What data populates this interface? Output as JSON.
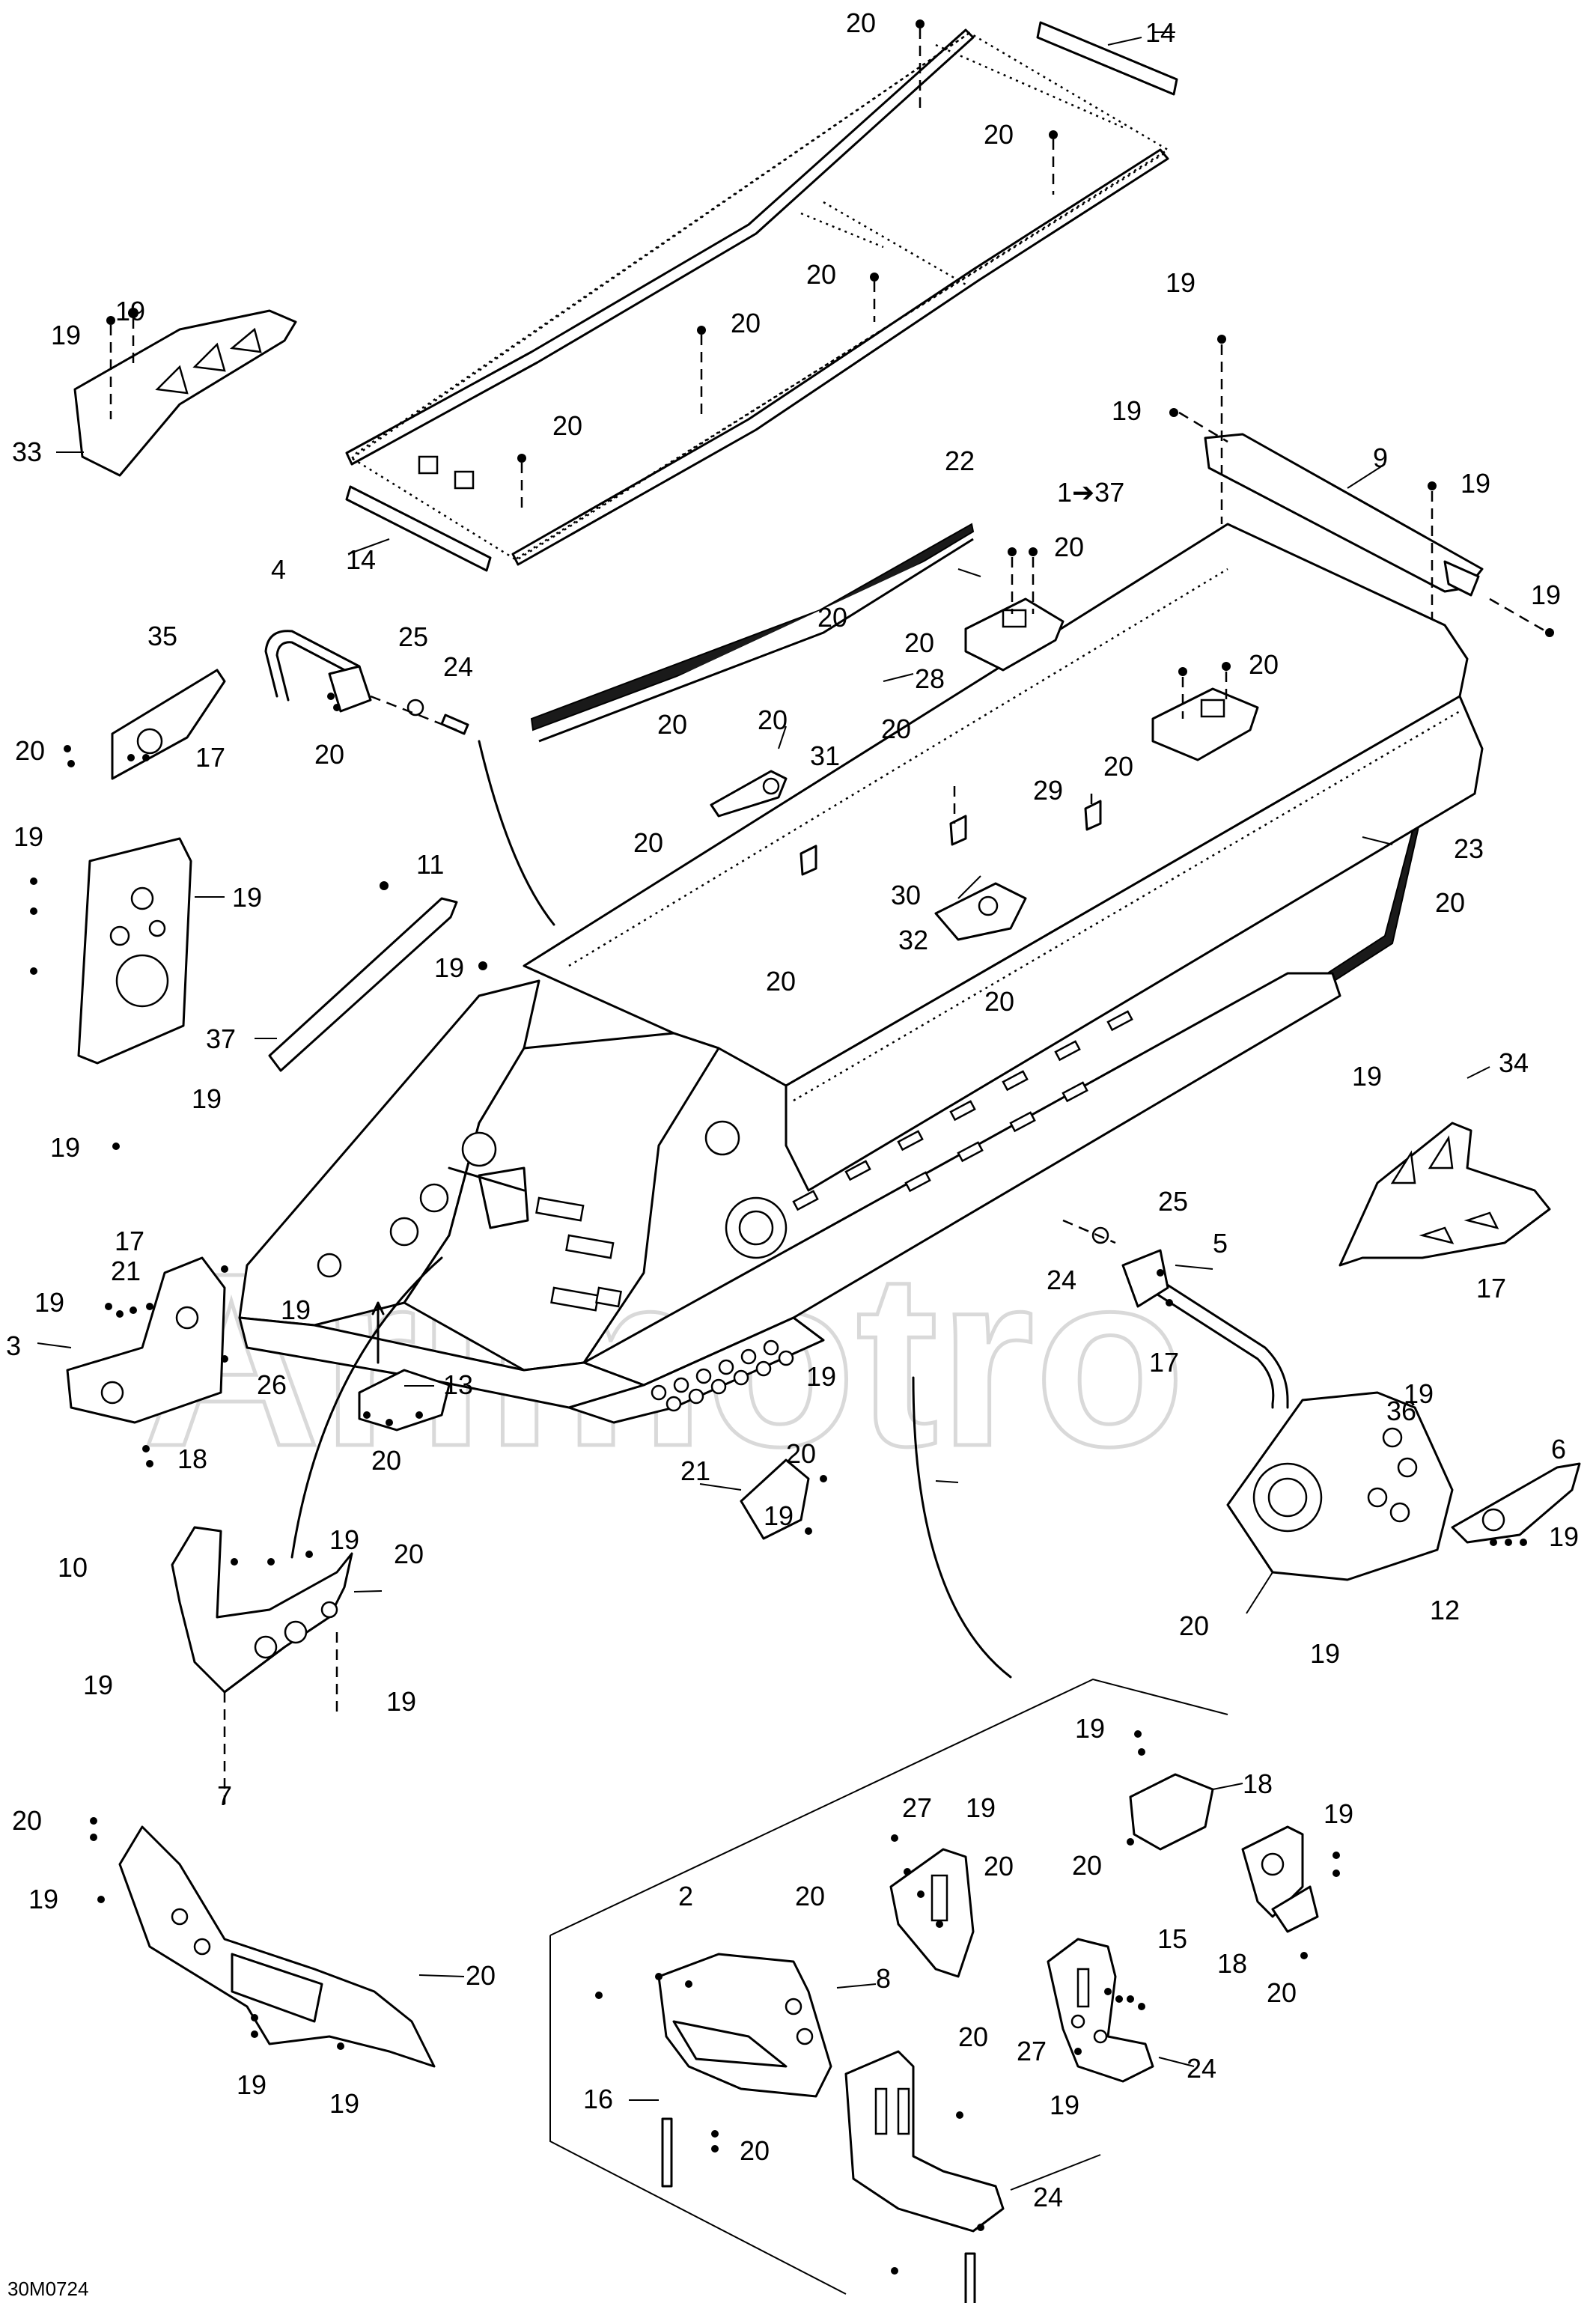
{
  "diagram_code": "30M0724",
  "watermark": "Arimotro",
  "callouts": [
    {
      "id": "c01",
      "label": "20"
    },
    {
      "id": "c02",
      "label": "14"
    },
    {
      "id": "c03",
      "label": "20"
    },
    {
      "id": "c04",
      "label": "19"
    },
    {
      "id": "c05",
      "label": "19"
    },
    {
      "id": "c06",
      "label": "20"
    },
    {
      "id": "c07",
      "label": "20"
    },
    {
      "id": "c08",
      "label": "33"
    },
    {
      "id": "c09",
      "label": "20"
    },
    {
      "id": "c10",
      "label": "14"
    },
    {
      "id": "c11",
      "label": "19"
    },
    {
      "id": "c12",
      "label": "19"
    },
    {
      "id": "c13",
      "label": "9"
    },
    {
      "id": "c14",
      "label": "19"
    },
    {
      "id": "c15",
      "label": "22"
    },
    {
      "id": "c16",
      "label": "1➔37"
    },
    {
      "id": "c17",
      "label": "19"
    },
    {
      "id": "c18",
      "label": "4"
    },
    {
      "id": "c19",
      "label": "25"
    },
    {
      "id": "c20",
      "label": "24"
    },
    {
      "id": "c21",
      "label": "35"
    },
    {
      "id": "c22",
      "label": "20"
    },
    {
      "id": "c23",
      "label": "20"
    },
    {
      "id": "c24",
      "label": "20"
    },
    {
      "id": "c25",
      "label": "28"
    },
    {
      "id": "c26",
      "label": "20"
    },
    {
      "id": "c27",
      "label": "20"
    },
    {
      "id": "c28",
      "label": "20"
    },
    {
      "id": "c29",
      "label": "17"
    },
    {
      "id": "c30",
      "label": "20"
    },
    {
      "id": "c31",
      "label": "20"
    },
    {
      "id": "c32",
      "label": "31"
    },
    {
      "id": "c33",
      "label": "20"
    },
    {
      "id": "c34",
      "label": "29"
    },
    {
      "id": "c35",
      "label": "20"
    },
    {
      "id": "c36",
      "label": "19"
    },
    {
      "id": "c37",
      "label": "11"
    },
    {
      "id": "c38",
      "label": "19"
    },
    {
      "id": "c39",
      "label": "20"
    },
    {
      "id": "c40",
      "label": "23"
    },
    {
      "id": "c41",
      "label": "30"
    },
    {
      "id": "c42",
      "label": "32"
    },
    {
      "id": "c43",
      "label": "20"
    },
    {
      "id": "c44",
      "label": "19"
    },
    {
      "id": "c45",
      "label": "20"
    },
    {
      "id": "c46",
      "label": "20"
    },
    {
      "id": "c47",
      "label": "37"
    },
    {
      "id": "c48",
      "label": "19"
    },
    {
      "id": "c49",
      "label": "19"
    },
    {
      "id": "c50",
      "label": "34"
    },
    {
      "id": "c51",
      "label": "19"
    },
    {
      "id": "c52",
      "label": "25"
    },
    {
      "id": "c53",
      "label": "17"
    },
    {
      "id": "c54",
      "label": "5"
    },
    {
      "id": "c55",
      "label": "21"
    },
    {
      "id": "c56",
      "label": "24"
    },
    {
      "id": "c57",
      "label": "17"
    },
    {
      "id": "c58",
      "label": "19"
    },
    {
      "id": "c59",
      "label": "3"
    },
    {
      "id": "c60",
      "label": "19"
    },
    {
      "id": "c61",
      "label": "26"
    },
    {
      "id": "c62",
      "label": "13"
    },
    {
      "id": "c63",
      "label": "17"
    },
    {
      "id": "c64",
      "label": "18"
    },
    {
      "id": "c65",
      "label": "20"
    },
    {
      "id": "c66",
      "label": "19"
    },
    {
      "id": "c67",
      "label": "19"
    },
    {
      "id": "c68",
      "label": "20"
    },
    {
      "id": "c69",
      "label": "36"
    },
    {
      "id": "c70",
      "label": "6"
    },
    {
      "id": "c71",
      "label": "21"
    },
    {
      "id": "c72",
      "label": "19"
    },
    {
      "id": "c73",
      "label": "19"
    },
    {
      "id": "c74",
      "label": "10"
    },
    {
      "id": "c75",
      "label": "20"
    },
    {
      "id": "c76",
      "label": "12"
    },
    {
      "id": "c77",
      "label": "20"
    },
    {
      "id": "c78",
      "label": "19"
    },
    {
      "id": "c79",
      "label": "19"
    },
    {
      "id": "c80",
      "label": "19"
    },
    {
      "id": "c81",
      "label": "19"
    },
    {
      "id": "c82",
      "label": "7"
    },
    {
      "id": "c83",
      "label": "18"
    },
    {
      "id": "c84",
      "label": "20"
    },
    {
      "id": "c85",
      "label": "27"
    },
    {
      "id": "c86",
      "label": "19"
    },
    {
      "id": "c87",
      "label": "19"
    },
    {
      "id": "c88",
      "label": "19"
    },
    {
      "id": "c89",
      "label": "20"
    },
    {
      "id": "c90",
      "label": "20"
    },
    {
      "id": "c91",
      "label": "20"
    },
    {
      "id": "c92",
      "label": "2"
    },
    {
      "id": "c93",
      "label": "20"
    },
    {
      "id": "c94",
      "label": "15"
    },
    {
      "id": "c95",
      "label": "8"
    },
    {
      "id": "c96",
      "label": "18"
    },
    {
      "id": "c97",
      "label": "19"
    },
    {
      "id": "c98",
      "label": "19"
    },
    {
      "id": "c99",
      "label": "20"
    },
    {
      "id": "c100",
      "label": "20"
    },
    {
      "id": "c101",
      "label": "27"
    },
    {
      "id": "c102",
      "label": "24"
    },
    {
      "id": "c103",
      "label": "16"
    },
    {
      "id": "c104",
      "label": "19"
    },
    {
      "id": "c105",
      "label": "19"
    },
    {
      "id": "c106",
      "label": "20"
    },
    {
      "id": "c107",
      "label": "24"
    }
  ]
}
